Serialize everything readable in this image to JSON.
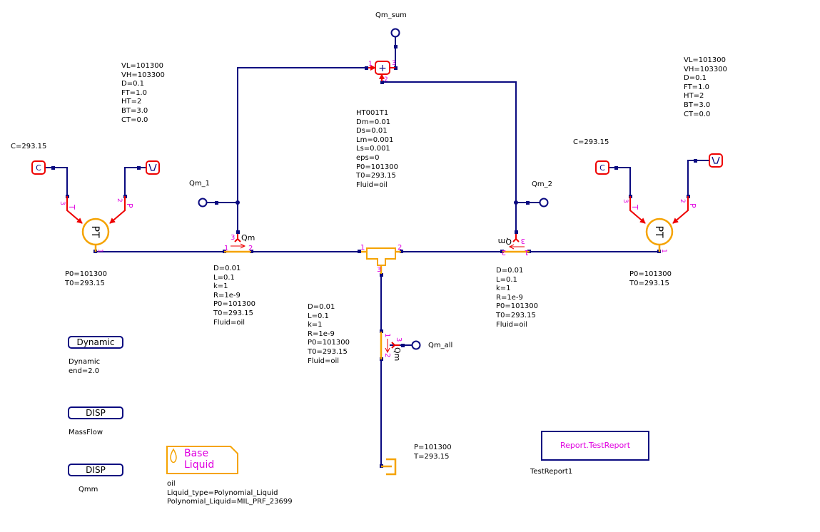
{
  "canvas": {
    "colors": {
      "wire": "#0a0a80",
      "signal": "#ee0000",
      "component": "#f5a300",
      "port_label": "#e000e0",
      "text": "#000000"
    }
  },
  "sensors": {
    "qm_sum": {
      "label": "Qm_sum",
      "icon": "gauge-sensor-icon"
    },
    "qm_1": {
      "label": "Qm_1",
      "icon": "gauge-sensor-icon"
    },
    "qm_2": {
      "label": "Qm_2",
      "icon": "gauge-sensor-icon"
    },
    "qm_all": {
      "label": "Qm_all",
      "icon": "gauge-sensor-icon"
    }
  },
  "adder": {
    "symbol": "+",
    "ports": [
      "1",
      "2",
      "3"
    ]
  },
  "left_source": {
    "constant_label": "C",
    "constant_param": "C=293.15",
    "ramp_params": [
      "VL=101300",
      "VH=103300",
      "D=0.1",
      "FT=1.0",
      "HT=2",
      "BT=3.0",
      "CT=0.0"
    ],
    "pt_label": "PT",
    "port_t": "T",
    "port_p": "P",
    "port_t_num": "3",
    "port_p_num": "2",
    "port_out_num": "1",
    "params": [
      "P0=101300",
      "T0=293.15"
    ]
  },
  "right_source": {
    "constant_label": "C",
    "constant_param": "C=293.15",
    "ramp_params": [
      "VL=101300",
      "VH=103300",
      "D=0.1",
      "FT=1.0",
      "HT=2",
      "BT=3.0",
      "CT=0.0"
    ],
    "pt_label": "PT",
    "port_t": "T",
    "port_p": "P",
    "port_t_num": "3",
    "port_p_num": "2",
    "port_out_num": "1",
    "params": [
      "P0=101300",
      "T0=293.15"
    ]
  },
  "tee": {
    "params": [
      "HT001T1",
      "Dm=0.01",
      "Ds=0.01",
      "Lm=0.001",
      "Ls=0.001",
      "eps=0",
      "P0=101300",
      "T0=293.15",
      "Fluid=oil"
    ],
    "ports": [
      "1",
      "2",
      "3"
    ]
  },
  "pipe_left": {
    "label": "Qm",
    "ports": [
      "1",
      "2",
      "3"
    ],
    "params": [
      "D=0.01",
      "L=0.1",
      "k=1",
      "R=1e-9",
      "P0=101300",
      "T0=293.15",
      "Fluid=oil"
    ]
  },
  "pipe_right": {
    "label": "Qm",
    "ports": [
      "1",
      "2",
      "3"
    ],
    "params": [
      "D=0.01",
      "L=0.1",
      "k=1",
      "R=1e-9",
      "P0=101300",
      "T0=293.15",
      "Fluid=oil"
    ]
  },
  "pipe_down": {
    "label": "Qm",
    "ports": [
      "1",
      "2",
      "3"
    ],
    "params": [
      "D=0.01",
      "L=0.1",
      "k=1",
      "R=1e-9",
      "P0=101300",
      "T0=293.15",
      "Fluid=oil"
    ]
  },
  "sink": {
    "params": [
      "P=101300",
      "T=293.15"
    ]
  },
  "dynamic": {
    "button": "Dynamic",
    "caption": [
      "Dynamic",
      "end=2.0"
    ]
  },
  "disp1": {
    "button": "DISP",
    "caption": "MassFlow"
  },
  "disp2": {
    "button": "DISP",
    "caption": "Qmm"
  },
  "base_liquid": {
    "title_line1": "Base",
    "title_line2": "Liquid",
    "params": [
      "oil",
      "Liquid_type=Polynomial_Liquid",
      "Polynomial_Liquid=MIL_PRF_23699"
    ]
  },
  "report": {
    "label": "Report.TestReport",
    "caption": "TestReport1"
  }
}
